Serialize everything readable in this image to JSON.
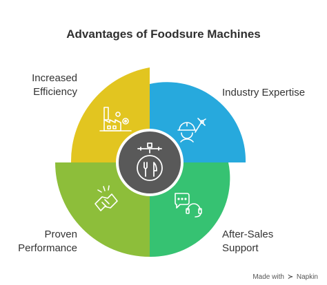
{
  "title": "Advantages of Foodsure Machines",
  "quadrants": [
    {
      "position": "top-left",
      "label_lines": [
        "Increased",
        "Efficiency"
      ],
      "color": "#E2C520",
      "icon": "factory-icon"
    },
    {
      "position": "top-right",
      "label_lines": [
        "Industry Expertise"
      ],
      "color": "#27A9DD",
      "icon": "engineer-icon"
    },
    {
      "position": "bottom-left",
      "label_lines": [
        "Proven",
        "Performance"
      ],
      "color": "#8DBE3A",
      "icon": "handshake-icon"
    },
    {
      "position": "bottom-right",
      "label_lines": [
        "After-Sales",
        "Support"
      ],
      "color": "#36C272",
      "icon": "support-chat-icon"
    }
  ],
  "center": {
    "color": "#595959",
    "icon": "fork-knife-icon"
  },
  "footer": {
    "prefix": "Made with",
    "brand": "Napkin",
    "logo_icon": "napkin-logo-icon"
  }
}
